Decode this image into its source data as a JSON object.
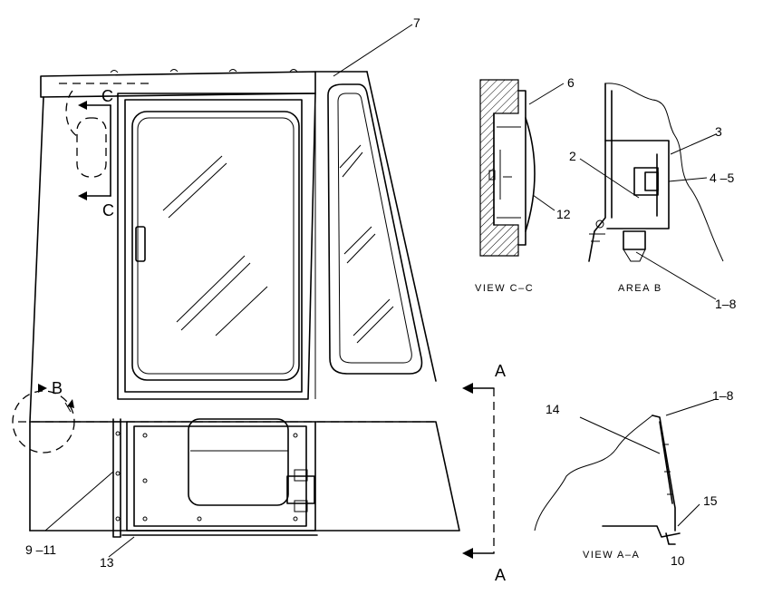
{
  "callouts": {
    "c7": "7",
    "c6": "6",
    "c12": "12",
    "c3": "3",
    "c2": "2",
    "c45": "4 –5",
    "c18a": "1–8",
    "c18b": "1–8",
    "c14": "14",
    "c15": "15",
    "c10": "10",
    "c911": "9 –11",
    "c13": "13"
  },
  "section_marks": {
    "c_top": "C",
    "c_bottom": "C",
    "b": "B",
    "a_top": "A",
    "a_bottom": "A"
  },
  "views": {
    "view_cc": "VIEW  C–C",
    "area_b": "AREA  B",
    "view_aa": "VIEW  A–A"
  }
}
